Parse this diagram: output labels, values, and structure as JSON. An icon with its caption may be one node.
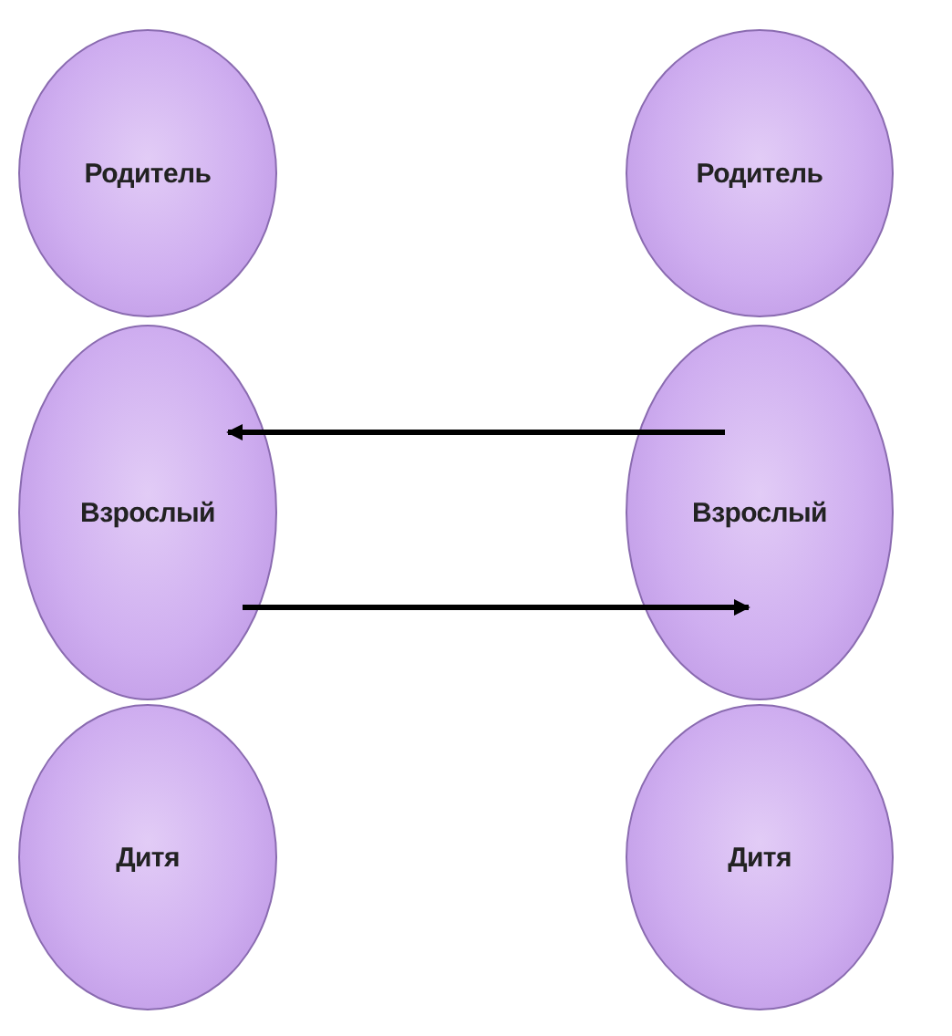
{
  "diagram": {
    "nodes": [
      {
        "text": [
          "Родитель"
        ]
      },
      {
        "text": [
          "Родитель"
        ]
      },
      {
        "text": [
          "Взрослый"
        ]
      },
      {
        "text": [
          "Взрослый"
        ]
      },
      {
        "text": [
          "Дитя"
        ]
      },
      {
        "text": [
          "Дитя"
        ]
      }
    ],
    "edges": [
      {
        "from": 3,
        "to": 2,
        "arrow": "to"
      },
      {
        "from": 2,
        "to": 3,
        "arrow": "to"
      }
    ]
  }
}
